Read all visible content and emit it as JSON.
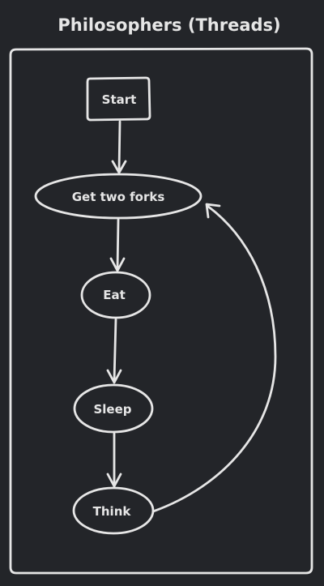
{
  "title": "Philosophers (Threads)",
  "nodes": {
    "start": "Start",
    "get_forks": "Get two forks",
    "eat": "Eat",
    "sleep": "Sleep",
    "think": "Think"
  },
  "edges": [
    {
      "from": "Start",
      "to": "Get two forks"
    },
    {
      "from": "Get two forks",
      "to": "Eat"
    },
    {
      "from": "Eat",
      "to": "Sleep"
    },
    {
      "from": "Sleep",
      "to": "Think"
    },
    {
      "from": "Think",
      "to": "Get two forks"
    }
  ],
  "colors": {
    "background": "#232529",
    "stroke": "#e6e6e6"
  }
}
